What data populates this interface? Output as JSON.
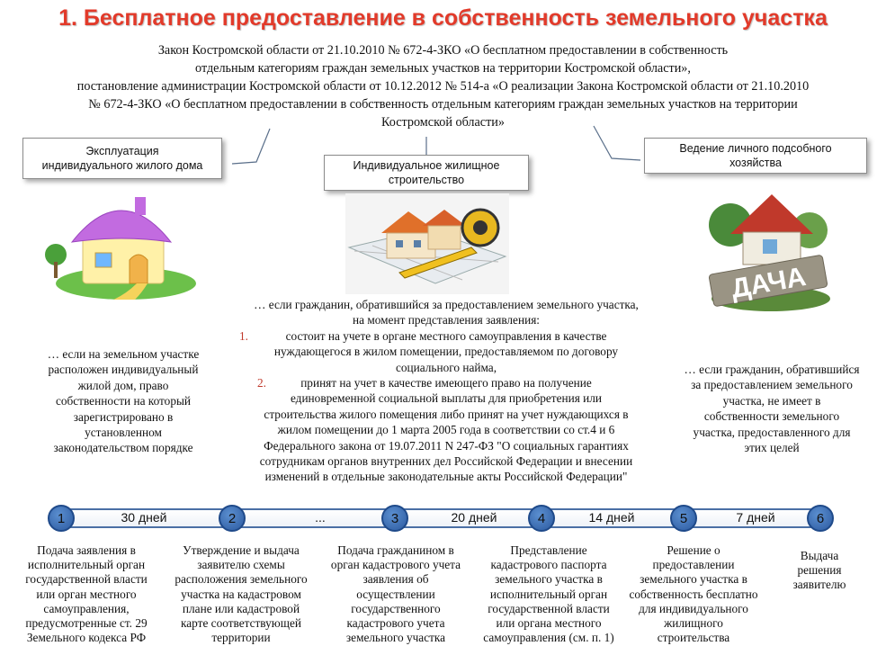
{
  "title": "1. Бесплатное предоставление в собственность земельного участка",
  "law_lines": [
    "Закон Костромской области от 21.10.2010  № 672-4-ЗКО  «О бесплатном предоставлении в собственность",
    "отдельным категориям граждан земельных участков на территории Костромской области»,",
    "постановление администрации  Костромской области от 10.12.2012 № 514-а «О реализации  Закона Костромской области от 21.10.2010",
    "№ 672-4-ЗКО «О бесплатном предоставлении в собственность отдельным категориям граждан земельных участков на территории",
    "Костромской области»"
  ],
  "categories": {
    "left": {
      "label_l1": "Эксплуатация",
      "label_l2": "индивидуального  жилого дома"
    },
    "center": {
      "label_l1": "Индивидуальное жилищное",
      "label_l2": "строительство"
    },
    "right": {
      "label_l1": "Ведение личного подсобного",
      "label_l2": "хозяйства",
      "sign_text": "ДАЧА"
    }
  },
  "left_desc": [
    "… если на земельном участке",
    "расположен  индивидуальный",
    "жилой  дом, право",
    "собственности на который",
    "зарегистрировано  в",
    "установленном",
    "законодательством порядке"
  ],
  "center_desc": {
    "intro": [
      "… если гражданин,  обратившийся  за предоставлением  земельного участка,",
      "на момент представления  заявления:"
    ],
    "item1_num": "1.",
    "item1": [
      "состоит на учете в органе местного самоуправления  в качестве",
      "нуждающегося в жилом  помещении,  предоставляемом по договору",
      "социального  найма,"
    ],
    "item2_num": "2.",
    "item2": [
      "принят  на учет в качестве имеющего право  на получение",
      "единовременной  социальной  выплаты для приобретения  или",
      "строительства жилого  помещения либо принят  на учет нуждающихся в",
      "жилом  помещении  до 1 марта 2005  года в соответствии со ст.4 и 6",
      "Федерального  закона  от 19.07.2011   N 247-ФЗ \"О социальных  гарантиях",
      "сотрудникам  органов  внутренних   дел Российской Федерации  и внесении",
      "изменений  в отдельные законодательные  акты Российской  Федерации\""
    ]
  },
  "right_desc": [
    "… если гражданин,  обратившийся",
    "за предоставлением  земельного",
    "участка, не имеет в",
    "собственности земельного",
    "участка, предоставленного  для",
    "этих целей"
  ],
  "timeline": {
    "steps": [
      "1",
      "2",
      "3",
      "4",
      "5",
      "6"
    ],
    "durations": [
      "30 дней",
      "...",
      "20 дней",
      "14 дней",
      "7 дней"
    ],
    "step_desc": [
      [
        "Подача заявления в",
        "исполнительный  орган",
        "государственной власти",
        "или орган местного",
        "самоуправления,",
        "предусмотренные   ст. 29",
        "Земельного кодекса РФ"
      ],
      [
        "Утверждение и выдача",
        "заявителю схемы",
        "расположения  земельного",
        "участка на кадастровом",
        "плане или кадастровой",
        "карте соответствующей",
        "территории"
      ],
      [
        "Подача гражданином  в",
        "орган кадастрового учета",
        "заявления об",
        "осуществлении",
        "государственного",
        "кадастрового учета",
        "земельного участка"
      ],
      [
        "Представление",
        "кадастрового паспорта",
        "земельного участка в",
        "исполнительный  орган",
        "государственной власти",
        "или органа местного",
        "самоуправления  (см. п. 1)"
      ],
      [
        "Решение о",
        "предоставлении",
        "земельного участка в",
        "собственность бесплатно",
        "для индивидуального",
        "жилищного",
        "строительства"
      ],
      [
        "Выдача",
        "решения",
        "заявителю"
      ]
    ]
  },
  "colors": {
    "title": "#e23a2a",
    "timeline": "#2c5aa0",
    "list_number": "#c0392b"
  }
}
